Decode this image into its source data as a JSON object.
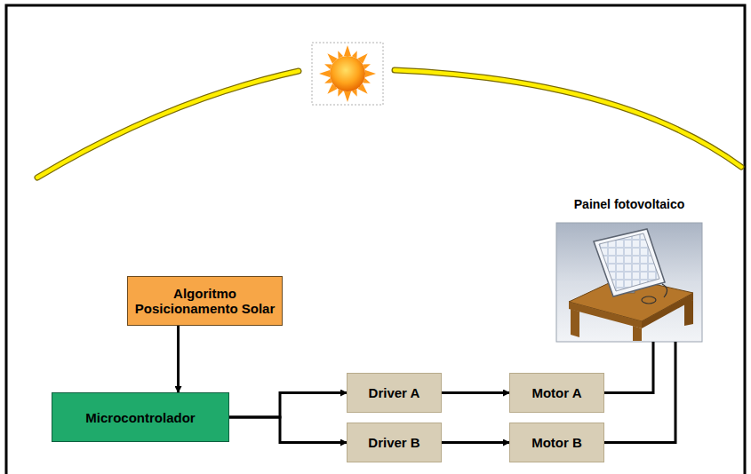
{
  "diagram": {
    "nodes": [
      {
        "text": [
          "Painel fotovoltaico"
        ]
      },
      {
        "text": [
          "Algoritmo Posicionamento Solar"
        ]
      },
      {
        "text": [
          "Microcontrolador"
        ]
      },
      {
        "text": [
          "Driver A"
        ]
      },
      {
        "text": [
          "Motor A"
        ]
      },
      {
        "text": [
          "Driver B"
        ]
      },
      {
        "text": [
          "Motor B"
        ]
      }
    ],
    "edges": [
      {
        "from": 1,
        "to": 2,
        "arrow": "to"
      },
      {
        "from": 2,
        "to": 3,
        "arrow": "to"
      },
      {
        "from": 2,
        "to": 5,
        "arrow": "to"
      },
      {
        "from": 3,
        "to": 4,
        "arrow": "to"
      },
      {
        "from": 5,
        "to": 6,
        "arrow": "to"
      },
      {
        "from": 4,
        "to": 0,
        "arrow": "none"
      },
      {
        "from": 6,
        "to": 0,
        "arrow": "none"
      }
    ]
  }
}
